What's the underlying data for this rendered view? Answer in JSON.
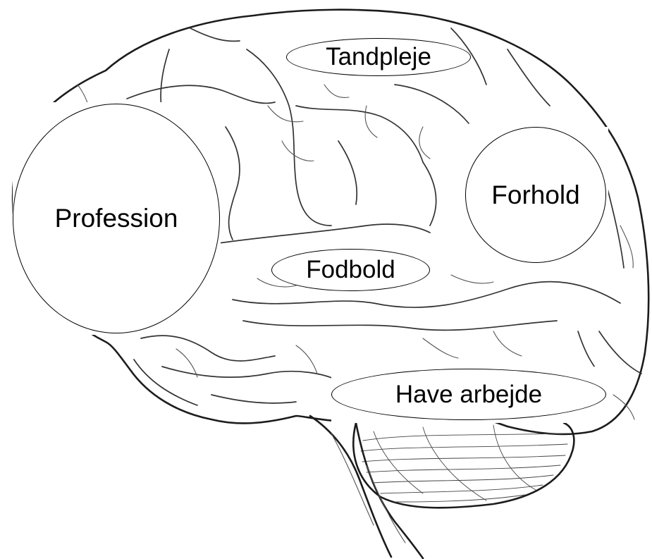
{
  "labels": {
    "tandpleje": "Tandpleje",
    "profession": "Profession",
    "forhold": "Forhold",
    "fodbold": "Fodbold",
    "have_arbejde": "Have arbejde"
  },
  "colors": {
    "background": "#ffffff",
    "sketch_line": "#1c1c1c",
    "bubble_fill": "#ffffff",
    "bubble_border": "#000000",
    "text": "#000000"
  }
}
